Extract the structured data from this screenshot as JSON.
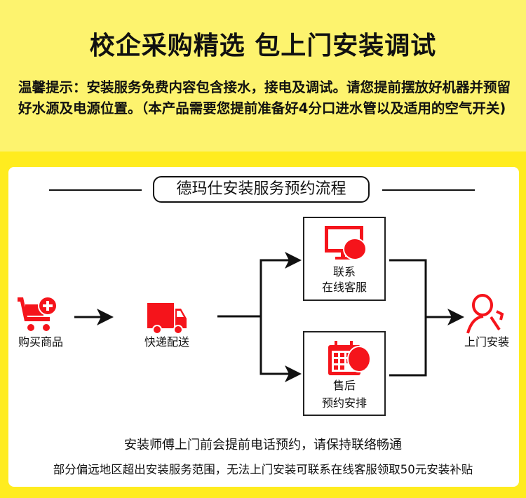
{
  "header": {
    "title": "校企采购精选 包上门安装调试",
    "tips": "温馨提示：安装服务免费内容包含接水，接电及调试。请您提前摆放好机器并预留好水源及电源位置。（本产品需要您提前准备好4分口进水管以及适用的空气开关)"
  },
  "process": {
    "heading": "德玛仕安装服务预约流程",
    "steps": [
      {
        "label": "购买商品",
        "icon": "cart-plus-icon"
      },
      {
        "label": "快递配送",
        "icon": "truck-icon"
      },
      {
        "label_line1": "联系",
        "label_line2": "在线客服",
        "icon": "monitor-chat-icon"
      },
      {
        "label_line1": "售后",
        "label_line2": "预约安排",
        "icon": "calendar-icon"
      },
      {
        "label": "上门安装",
        "icon": "installer-wrench-icon"
      }
    ]
  },
  "notes": {
    "line1": "安装师傅上门前会提前电话预约，请保持联络畅通",
    "line2": "部分偏远地区超出安装服务范围，无法上门安装可联系在线客服领取50元安装补贴"
  },
  "colors": {
    "accent": "#f5141b",
    "yellow": "#ffec1f",
    "pale_yellow": "#fdf36e"
  }
}
